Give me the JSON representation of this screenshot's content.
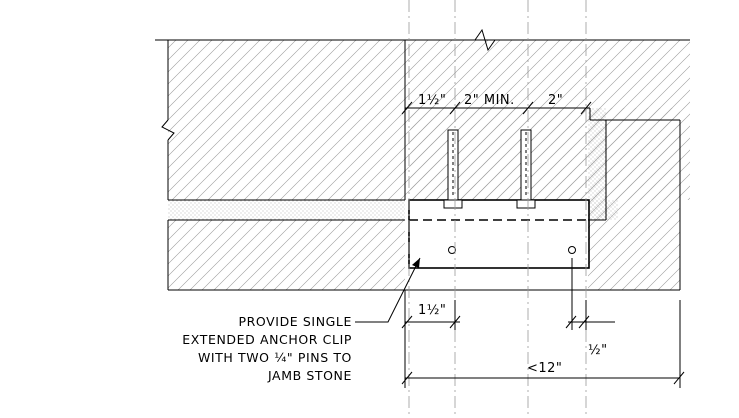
{
  "dimensions_top": {
    "d1": "1½\"",
    "d2": "2\" MIN.",
    "d3": "2\""
  },
  "dimensions_bottom": {
    "d1": "1½\"",
    "d2": "½\"",
    "d3": "<12\""
  },
  "note": {
    "line1": "PROVIDE SINGLE",
    "line2": "EXTENDED ANCHOR CLIP",
    "line3": "WITH TWO ¼\" PINS TO",
    "line4": "JAMB STONE"
  }
}
